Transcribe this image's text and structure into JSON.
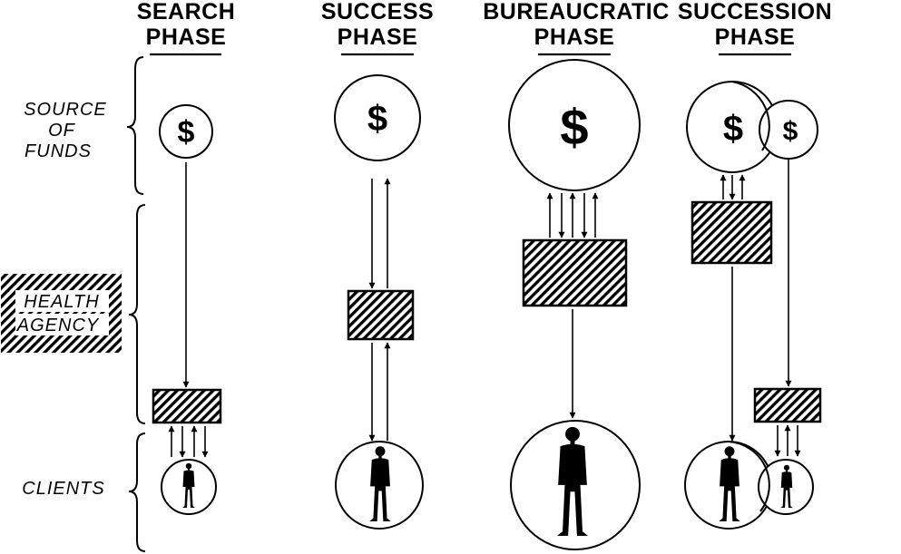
{
  "phases": [
    {
      "title_line1": "SEARCH",
      "title_line2": "PHASE"
    },
    {
      "title_line1": "SUCCESS",
      "title_line2": "PHASE"
    },
    {
      "title_line1": "BUREAUCRATIC",
      "title_line2": "PHASE"
    },
    {
      "title_line1": "SUCCESSION",
      "title_line2": "PHASE"
    }
  ],
  "rows": {
    "funds": {
      "line1": "SOURCE",
      "line2": "OF",
      "line3": "FUNDS"
    },
    "agency": {
      "line1": "HEALTH",
      "line2": "AGENCY"
    },
    "clients": {
      "line1": "CLIENTS"
    }
  },
  "symbols": {
    "dollar": "$"
  },
  "icons": [
    "dollar-icon",
    "person-icon",
    "hatched-agency-box",
    "arrow-icon"
  ],
  "colors": {
    "ink": "#000000",
    "paper": "#ffffff"
  }
}
